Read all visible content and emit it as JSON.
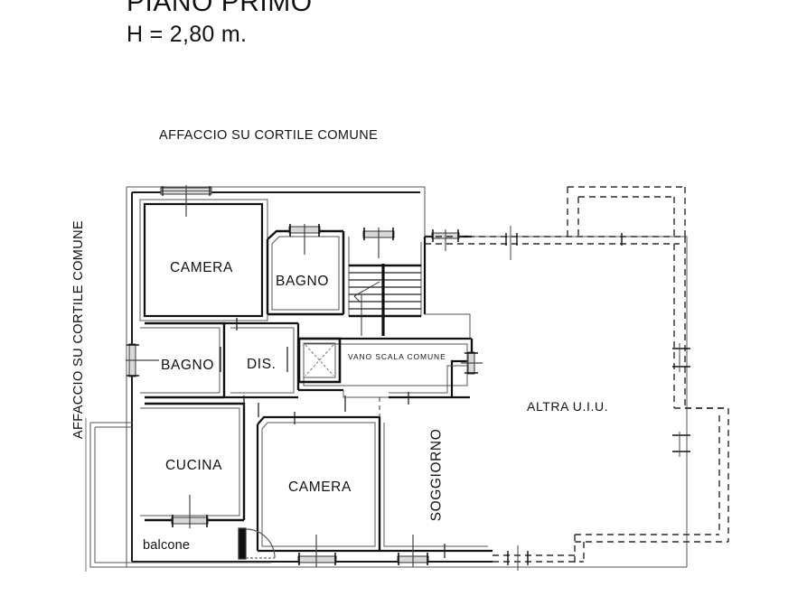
{
  "document": {
    "type": "architectural-floor-plan",
    "title": "PIANO PRIMO",
    "height_note": "H = 2,80 m."
  },
  "orientation_labels": {
    "top": "AFFACCIO SU CORTILE COMUNE",
    "left": "AFFACCIO SU CORTILE COMUNE"
  },
  "rooms": [
    {
      "id": "camera-1",
      "label": "CAMERA"
    },
    {
      "id": "bagno-1",
      "label": "BAGNO"
    },
    {
      "id": "bagno-2",
      "label": "BAGNO"
    },
    {
      "id": "dis",
      "label": "DIS."
    },
    {
      "id": "cucina",
      "label": "CUCINA"
    },
    {
      "id": "camera-2",
      "label": "CAMERA"
    },
    {
      "id": "soggiorno",
      "label": "SOGGIORNO"
    },
    {
      "id": "balcone",
      "label": "balcone"
    }
  ],
  "common_areas": [
    {
      "id": "vano-scala",
      "label": "VANO SCALA COMUNE"
    }
  ],
  "adjacent_unit": {
    "label": "ALTRA U.I.U."
  },
  "colors": {
    "wall": "#000000",
    "thin_wall": "#3a3a3a",
    "dashed_wall": "#2b2b2b",
    "background": "#ffffff",
    "text": "#111111"
  },
  "drawing_elements": {
    "stair_treads": 10,
    "stair_direction_arrow": true,
    "elevator_shaft": true,
    "door_swing_balcone": true,
    "windows": 9
  }
}
